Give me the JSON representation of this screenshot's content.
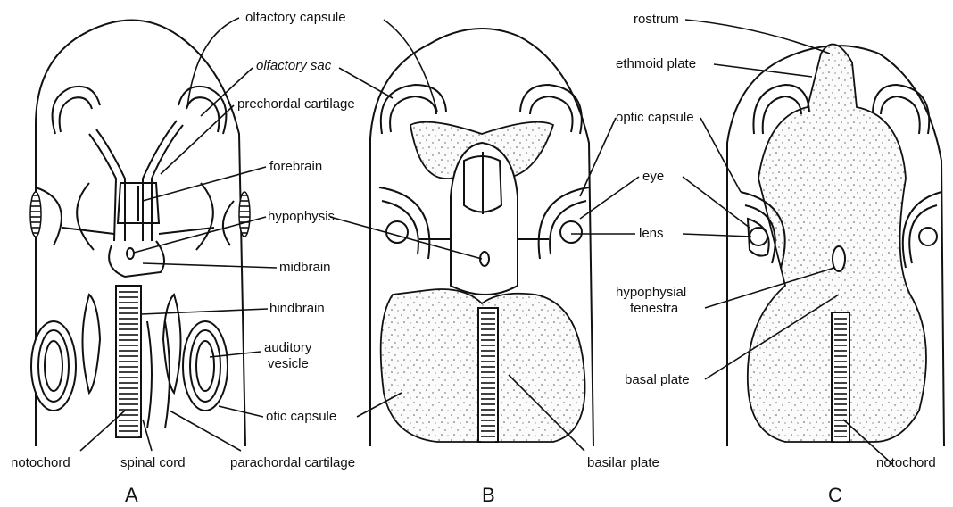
{
  "panels": {
    "a": "A",
    "b": "B",
    "c": "C"
  },
  "labels": {
    "olfactory_capsule": "olfactory capsule",
    "olfactory_sac": "olfactory sac",
    "prechordal_cartilage": "prechordal cartilage",
    "forebrain": "forebrain",
    "hypophysis": "hypophysis",
    "midbrain": "midbrain",
    "hindbrain": "hindbrain",
    "auditory_vesicle_1": "auditory",
    "auditory_vesicle_2": "vesicle",
    "otic_capsule": "otic capsule",
    "notochord_a": "notochord",
    "spinal_cord": "spinal cord",
    "parachordal_cartilage": "parachordal cartilage",
    "basal_plate_b": "basilar plate",
    "rostrum": "rostrum",
    "ethmoid_plate": "ethmoid plate",
    "optic_capsule": "optic capsule",
    "eye": "eye",
    "lens": "lens",
    "hypophysial_1": "hypophysial",
    "hypophysial_2": "fenestra",
    "basal_plate_c": "basal plate",
    "notochord_c": "notochord"
  },
  "colors": {
    "ink": "#111111",
    "background": "#ffffff"
  }
}
